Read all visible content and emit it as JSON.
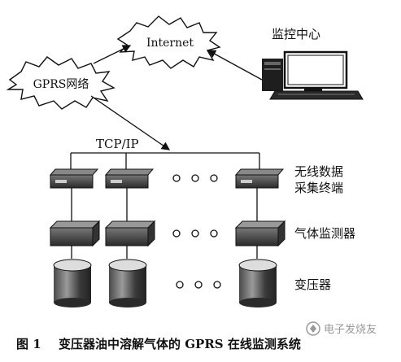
{
  "nodes": {
    "internet": "Internet",
    "gprs": "GPRS网络",
    "monitor": "监控中心",
    "tcpip": "TCP/IP",
    "terminal": [
      "无线数据",
      "采集终端"
    ],
    "gas_monitor": "气体监测器",
    "transformer": "变压器"
  },
  "caption": {
    "number": "图 1",
    "text": "变压器油中溶解气体的 GPRS 在线监测系统"
  },
  "watermark": "电子发烧友"
}
